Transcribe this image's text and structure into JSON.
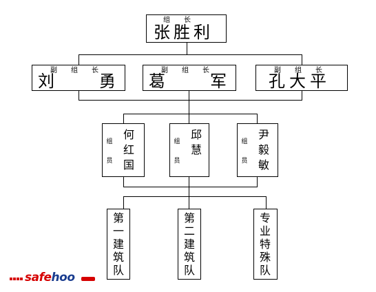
{
  "leader": {
    "role": "组　　长",
    "name": "张胜利"
  },
  "deputies": [
    {
      "role": "副　　组　　长",
      "name_left": "刘",
      "name_right": "勇"
    },
    {
      "role": "副　　组　　长",
      "name_left": "葛",
      "name_right": "军"
    },
    {
      "role": "副　　组　　长",
      "name_full": "孔大平"
    }
  ],
  "members": [
    {
      "role": "组员",
      "name": "何红国"
    },
    {
      "role": "组员",
      "name": "邱　慧"
    },
    {
      "role": "组员",
      "name": "尹毅敏"
    }
  ],
  "teams": [
    {
      "label": "第一建筑队"
    },
    {
      "label": "第二建筑队"
    },
    {
      "label": "专业特殊队"
    }
  ],
  "watermark": {
    "prefix": "safe",
    "suffix": "hoo"
  }
}
